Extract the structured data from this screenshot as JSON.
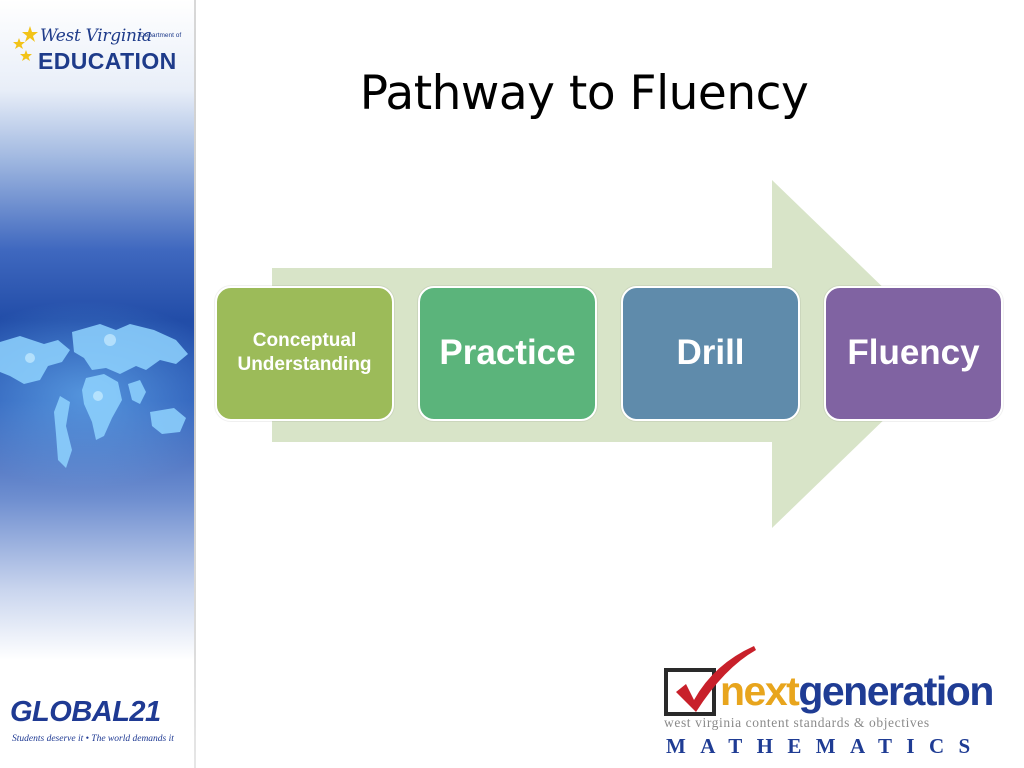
{
  "slide": {
    "title": "Pathway to Fluency"
  },
  "sidebar": {
    "wv_logo": {
      "line1": "West Virginia",
      "dept": "Department of",
      "line2": "EDUCATION"
    },
    "global21": {
      "word": "GLOBAL21",
      "tagline": "Students deserve it • The world demands it"
    }
  },
  "diagram": {
    "steps": [
      {
        "label": "Conceptual Understanding",
        "color": "#9cbb59"
      },
      {
        "label": "Practice",
        "color": "#5bb47b"
      },
      {
        "label": "Drill",
        "color": "#5f8bab"
      },
      {
        "label": "Fluency",
        "color": "#8063a2"
      }
    ],
    "arrow_color": "#d8e4c8"
  },
  "footer_logo": {
    "word_part1": "next",
    "word_part2": "generation",
    "subtitle": "west virginia content standards & objectives",
    "subject": "MATHEMATICS"
  },
  "colors": {
    "navy": "#1f3c94",
    "gold": "#e8a51d",
    "sidebar_blue": "#224da8"
  }
}
